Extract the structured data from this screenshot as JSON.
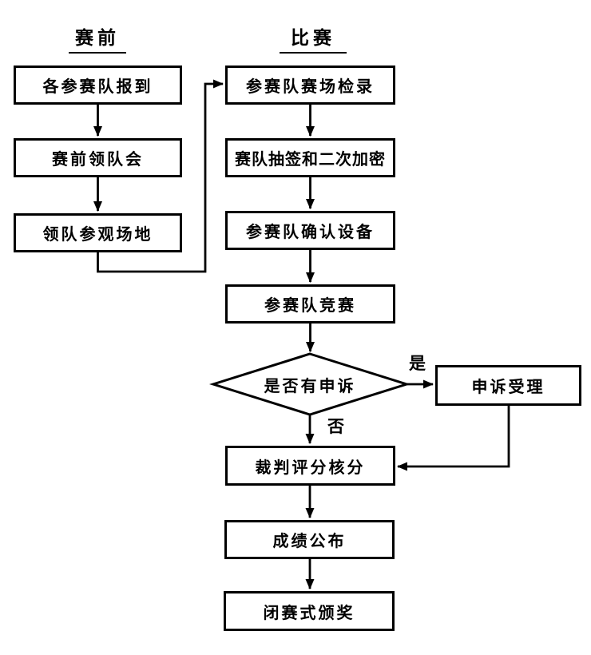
{
  "flowchart": {
    "headers": {
      "pre": "赛前",
      "match": "比赛"
    },
    "nodes": {
      "checkin": "各参赛队报到",
      "leader_meeting": "赛前领队会",
      "venue_tour": "领队参观场地",
      "roll_call": "参赛队赛场检录",
      "draw_encrypt": "赛队抽签和二次加密",
      "confirm_equipment": "参赛队确认设备",
      "compete": "参赛队竞赛",
      "appeal_decision": "是否有申诉",
      "appeal_handling": "申诉受理",
      "judge_scoring": "裁判评分核分",
      "results": "成绩公布",
      "closing": "闭赛式颁奖"
    },
    "edge_labels": {
      "yes": "是",
      "no": "否"
    },
    "colors": {
      "line": "#000000",
      "background": "#ffffff",
      "text": "#000000"
    }
  }
}
